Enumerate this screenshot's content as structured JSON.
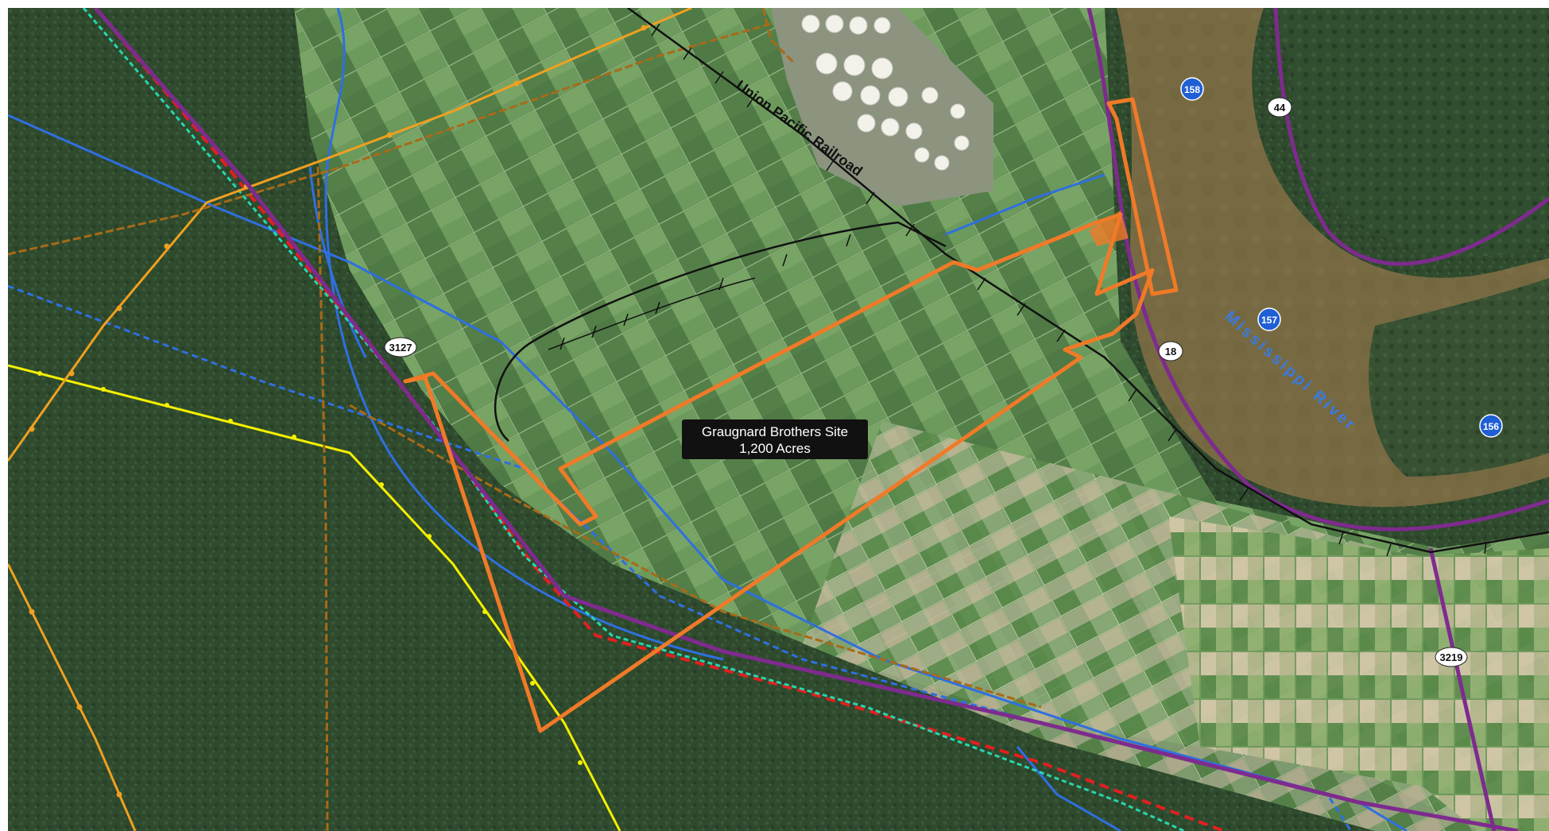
{
  "map": {
    "site_label": {
      "name": "Graugnard Brothers Site",
      "area": "1,200 Acres"
    },
    "railroad_label": "Union Pacific Railroad",
    "river_label": "Mississippi River",
    "route_shields": {
      "r3127": "3127",
      "r18": "18",
      "r44": "44",
      "r3219": "3219"
    },
    "mile_markers": {
      "m158": "158",
      "m157": "157",
      "m156": "156"
    },
    "colors": {
      "site_boundary": "#f07a28",
      "levee_road": "#7e2b8e",
      "railroad": "#111111",
      "pipeline_blue": "#2f6fe0",
      "pipeline_red": "#e02020",
      "pipeline_teal": "#26d6b0",
      "pipeline_yellow": "#f4f000",
      "pipeline_orange": "#f0a020",
      "pipeline_brown": "#a86a18",
      "river": "#7a6a40",
      "forest": "#2d4a2a",
      "farmland": "#5f8a4e",
      "label_bg": "#111111",
      "marker_blue": "#1f5fd6"
    }
  }
}
